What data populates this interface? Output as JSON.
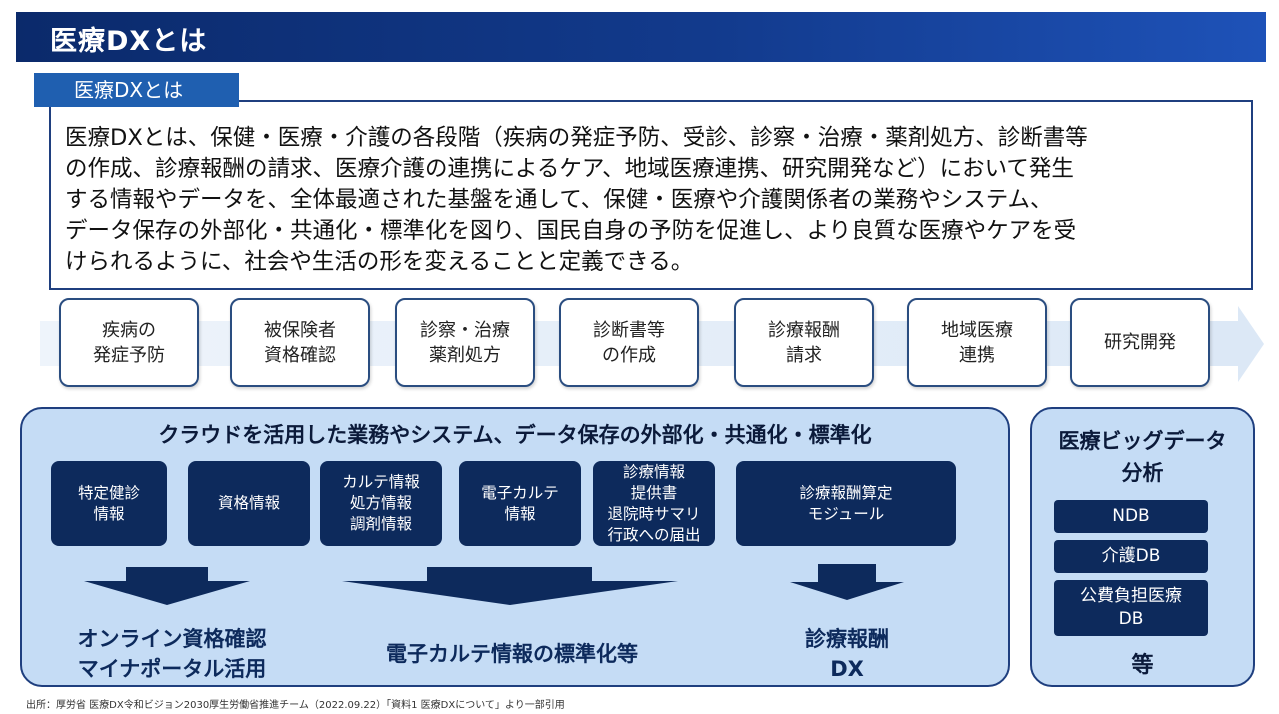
{
  "header": {
    "title": "医療DXとは"
  },
  "definition": {
    "tab_label": "医療DXとは",
    "lines": [
      "医療DXとは、保健・医療・介護の各段階（疾病の発症予防、受診、診察・治療・薬剤処方、診断書等",
      "の作成、診療報酬の請求、医療介護の連携によるケア、地域医療連携、研究開発など）において発生",
      "する情報やデータを、全体最適された基盤を通して、保健・医療や介護関係者の業務やシステム、",
      "データ保存の外部化・共通化・標準化を図り、国民自身の予防を促進し、より良質な医療やケアを受",
      "けられるように、社会や生活の形を変えることと定義できる。"
    ]
  },
  "stages": [
    "疾病の\n発症予防",
    "被保険者\n資格確認",
    "診察・治療\n薬剤処方",
    "診断書等\nの作成",
    "診療報酬\n請求",
    "地域医療\n連携",
    "研究開発"
  ],
  "cloud": {
    "heading": "クラウドを活用した業務やシステム、データ保存の外部化・共通化・標準化",
    "systems": [
      "特定健診\n情報",
      "資格情報",
      "カルテ情報\n処方情報\n調剤情報",
      "電子カルテ\n情報",
      "診療情報\n提供書\n退院時サマリ\n行政への届出",
      "診療報酬算定\nモジュール"
    ],
    "outcomes": [
      "オンライン資格確認\nマイナポータル活用",
      "電子カルテ情報の標準化等",
      "診療報酬\nDX"
    ]
  },
  "bigdata": {
    "title": "医療ビッグデータ\n分析",
    "databases": [
      "NDB",
      "介護DB",
      "公費負担医療\nDB"
    ],
    "etc": "等"
  },
  "footer": {
    "source": "出所：厚労省 医療DX令和ビジョン2030厚生労働省推進チーム（2022.09.22）「資料1 医療DXについて」より一部引用"
  },
  "colors": {
    "title_bar": "#123a8c",
    "tab": "#1f5fb0",
    "dark_box": "#0d2a5c",
    "light_panel": "#c5dcf5"
  }
}
